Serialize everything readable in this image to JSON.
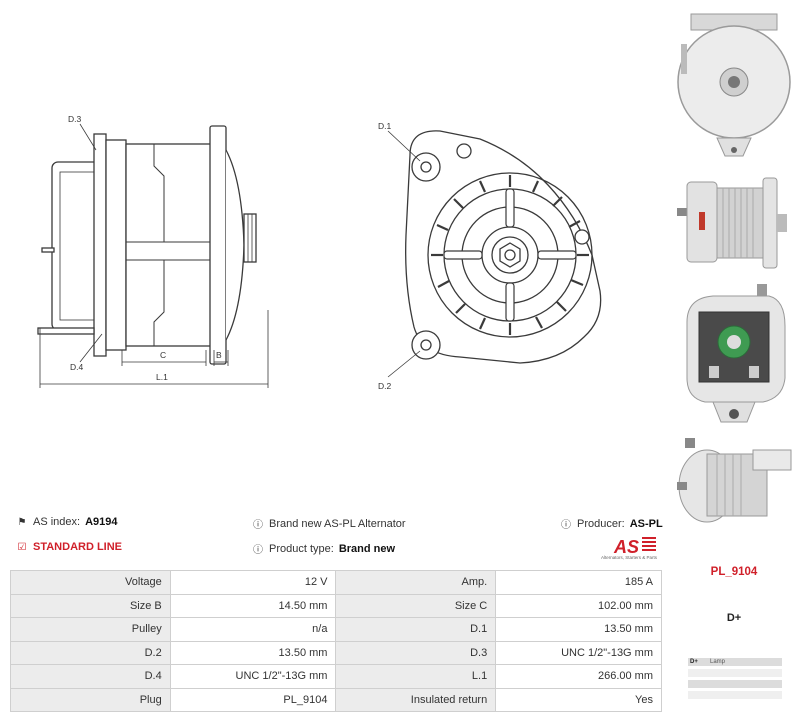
{
  "drawing_side": {
    "labels": [
      "D.3",
      "D.4",
      "C",
      "B",
      "L.1"
    ]
  },
  "drawing_front": {
    "labels": [
      "D.1",
      "D.2"
    ]
  },
  "photos": [
    "alternator-top-view",
    "alternator-side-view",
    "alternator-rear-view",
    "alternator-angled-view"
  ],
  "info": {
    "as_index_label": "AS index:",
    "as_index_value": "A9194",
    "standard_line": "STANDARD LINE",
    "brand_new": "Brand new AS-PL Alternator",
    "product_type_label": "Product type:",
    "product_type_value": "Brand new",
    "producer_label": "Producer:",
    "producer_value": "AS-PL",
    "logo_text": "AS",
    "logo_tagline": "Alternators, Starters & Parts"
  },
  "specs": [
    {
      "k1": "Voltage",
      "v1": "12 V",
      "k2": "Amp.",
      "v2": "185 A"
    },
    {
      "k1": "Size B",
      "v1": "14.50 mm",
      "k2": "Size C",
      "v2": "102.00 mm"
    },
    {
      "k1": "Pulley",
      "v1": "n/a",
      "k2": "D.1",
      "v2": "13.50 mm"
    },
    {
      "k1": "D.2",
      "v1": "13.50 mm",
      "k2": "D.3",
      "v2": "UNC 1/2\"-13G mm"
    },
    {
      "k1": "D.4",
      "v1": "UNC 1/2\"-13G mm",
      "k2": "L.1",
      "v2": "266.00 mm"
    },
    {
      "k1": "Plug",
      "v1": "PL_9104",
      "k2": "Insulated return",
      "v2": "Yes"
    }
  ],
  "plug_code": "PL_9104",
  "terminal": "D+",
  "pins": [
    {
      "pin": "D+",
      "desc": "Lamp"
    },
    {
      "pin": "",
      "desc": ""
    },
    {
      "pin": "",
      "desc": ""
    },
    {
      "pin": "",
      "desc": ""
    }
  ],
  "colors": {
    "accent": "#d0202a",
    "table_key_bg": "#ececec",
    "border": "#cfcfcf"
  }
}
